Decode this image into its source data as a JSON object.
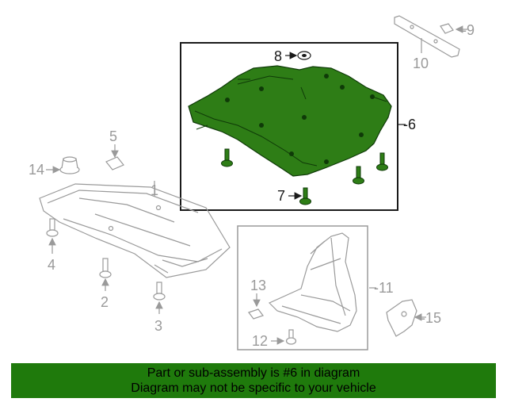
{
  "diagram": {
    "callouts": {
      "c1": "1",
      "c2": "2",
      "c3": "3",
      "c4": "4",
      "c5": "5",
      "c6": "-6",
      "c7": "7",
      "c8": "8",
      "c9": "-9",
      "c10": "10",
      "c11": "-11",
      "c12": "12",
      "c13": "13",
      "c14": "14",
      "c15": "-15"
    },
    "highlight_color": "#2e7d16"
  },
  "banner": {
    "line1": "Part or sub-assembly is #6 in diagram",
    "line2": "Diagram may not be specific to your vehicle",
    "background": "#1f7a0c"
  }
}
